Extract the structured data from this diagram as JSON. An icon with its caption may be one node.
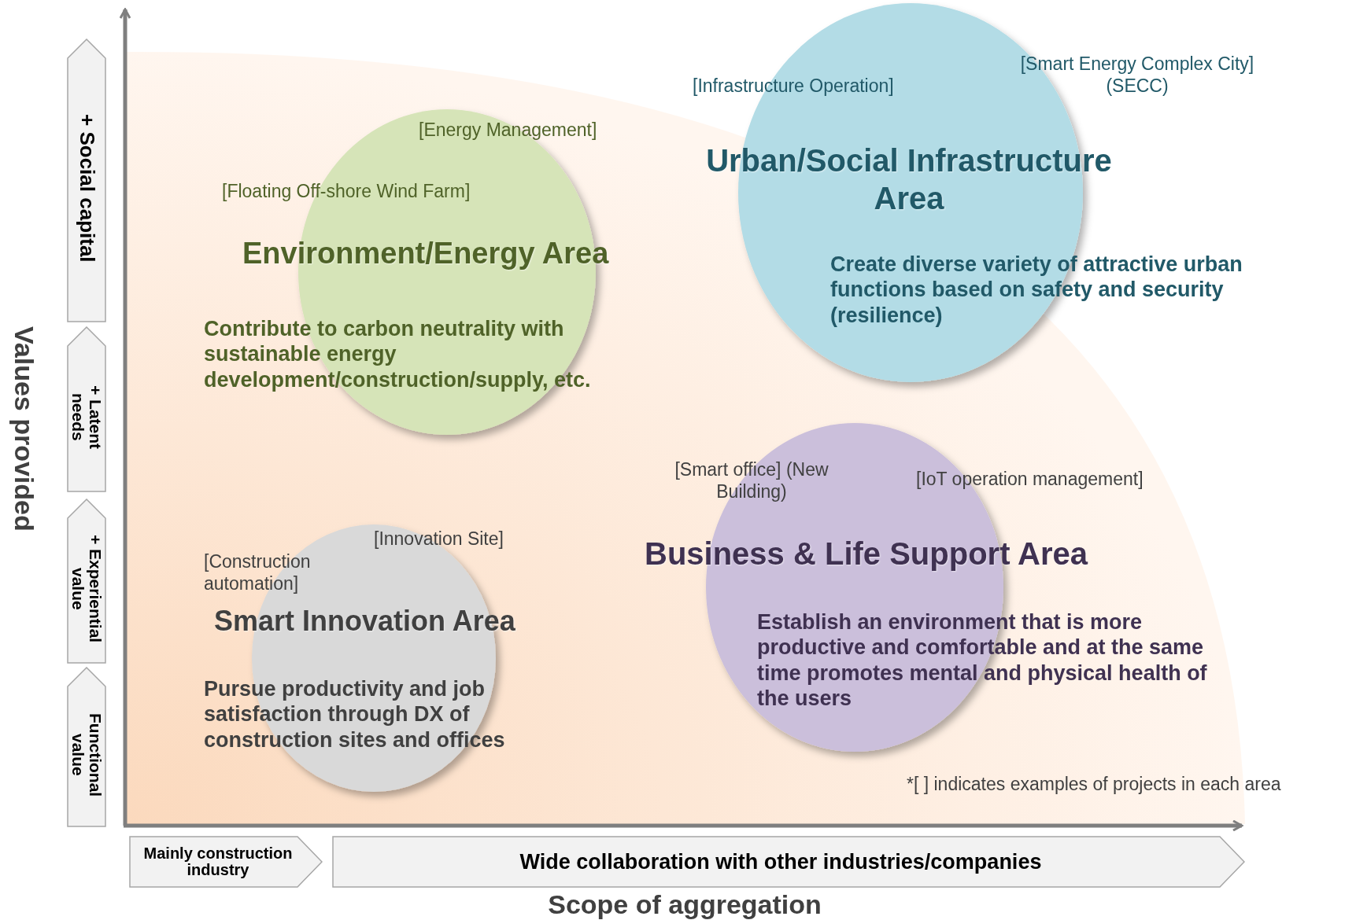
{
  "diagram": {
    "nodes": [
      {
        "text": [
          "+ Social capital"
        ]
      },
      {
        "text": [
          "+ Latent needs"
        ]
      },
      {
        "text": [
          "+ Experiential value"
        ]
      },
      {
        "text": [
          "Functional value"
        ]
      },
      {
        "text": [
          "Environment/Energy Area",
          "Contribute to carbon neutrality with sustainable energy development/construction/supply, etc."
        ]
      },
      {
        "text": [
          "Urban/Social Infrastructure Area",
          "Create diverse variety of attractive urban functions based on safety and security (resilience)"
        ]
      },
      {
        "text": [
          "Smart Innovation Area",
          "Pursue productivity and job satisfaction through DX of construction sites and offices"
        ]
      },
      {
        "text": [
          "Business & Life Support Area",
          "Establish an environment that is more productive and comfortable and at the same time promotes mental and physical health of the users"
        ]
      },
      {
        "text": [
          "Mainly construction industry"
        ]
      },
      {
        "text": [
          "Wide collaboration with other industries/companies"
        ]
      }
    ],
    "edges": [],
    "labels": [
      "[Infrastructure Operation]",
      "[Smart Energy Complex City] (SECC)",
      "[Energy Management]",
      "[Floating Off-shore Wind Farm]",
      "Values provided",
      "[Smart office] (New Building)",
      "[IoT operation management]",
      "[Innovation Site]",
      "[Construction automation]",
      "*[ ] indicates examples of projects in each area",
      "Scope of aggregation"
    ]
  }
}
